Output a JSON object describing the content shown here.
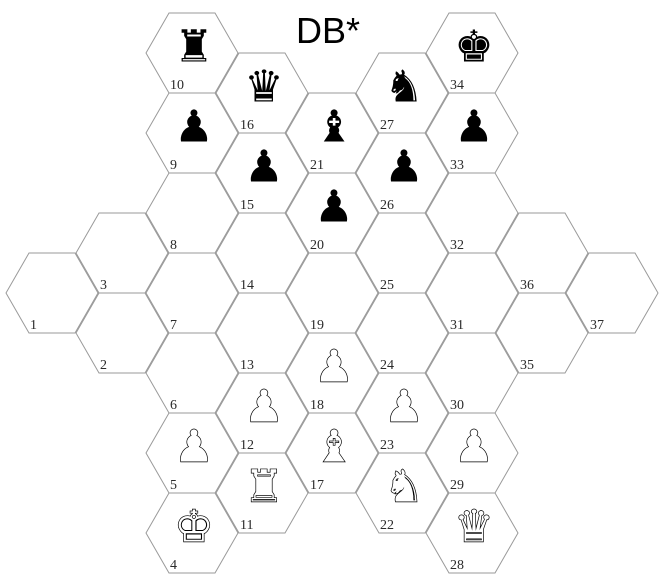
{
  "title": "DB*",
  "colors": {
    "white_piece": "#ffffff",
    "black_piece": "#000000",
    "cell_stroke": "#9a9a9a"
  },
  "cells": [
    {
      "id": "1",
      "label": "1",
      "col": 0,
      "row": 4
    },
    {
      "id": "2",
      "label": "2",
      "col": 1,
      "row": 5
    },
    {
      "id": "3",
      "label": "3",
      "col": 1,
      "row": 3
    },
    {
      "id": "4",
      "label": "4",
      "col": 2,
      "row": 10
    },
    {
      "id": "5",
      "label": "5",
      "col": 2,
      "row": 8
    },
    {
      "id": "6",
      "label": "6",
      "col": 2,
      "row": 6
    },
    {
      "id": "7",
      "label": "7",
      "col": 2,
      "row": 4
    },
    {
      "id": "8",
      "label": "8",
      "col": 2,
      "row": 2
    },
    {
      "id": "9",
      "label": "9",
      "col": 2,
      "row": 0
    },
    {
      "id": "10",
      "label": "10",
      "col": 2,
      "row": -2
    },
    {
      "id": "11",
      "label": "11",
      "col": 3,
      "row": 9
    },
    {
      "id": "12",
      "label": "12",
      "col": 3,
      "row": 7
    },
    {
      "id": "13",
      "label": "13",
      "col": 3,
      "row": 5
    },
    {
      "id": "14",
      "label": "14",
      "col": 3,
      "row": 3
    },
    {
      "id": "15",
      "label": "15",
      "col": 3,
      "row": 1
    },
    {
      "id": "16",
      "label": "16",
      "col": 3,
      "row": -1
    },
    {
      "id": "17",
      "label": "17",
      "col": 4,
      "row": 8
    },
    {
      "id": "18",
      "label": "18",
      "col": 4,
      "row": 6
    },
    {
      "id": "19",
      "label": "19",
      "col": 4,
      "row": 4
    },
    {
      "id": "20",
      "label": "20",
      "col": 4,
      "row": 2
    },
    {
      "id": "21",
      "label": "21",
      "col": 4,
      "row": 0
    },
    {
      "id": "22",
      "label": "22",
      "col": 5,
      "row": 9
    },
    {
      "id": "23",
      "label": "23",
      "col": 5,
      "row": 7
    },
    {
      "id": "24",
      "label": "24",
      "col": 5,
      "row": 5
    },
    {
      "id": "25",
      "label": "25",
      "col": 5,
      "row": 3
    },
    {
      "id": "26",
      "label": "26",
      "col": 5,
      "row": 1
    },
    {
      "id": "27",
      "label": "27",
      "col": 5,
      "row": -1
    },
    {
      "id": "28",
      "label": "28",
      "col": 6,
      "row": 10
    },
    {
      "id": "29",
      "label": "29",
      "col": 6,
      "row": 8
    },
    {
      "id": "30",
      "label": "30",
      "col": 6,
      "row": 6
    },
    {
      "id": "31",
      "label": "31",
      "col": 6,
      "row": 4
    },
    {
      "id": "32",
      "label": "32",
      "col": 6,
      "row": 2
    },
    {
      "id": "33",
      "label": "33",
      "col": 6,
      "row": 0
    },
    {
      "id": "34",
      "label": "34",
      "col": 6,
      "row": -2
    },
    {
      "id": "35",
      "label": "35",
      "col": 7,
      "row": 5
    },
    {
      "id": "36",
      "label": "36",
      "col": 7,
      "row": 3
    },
    {
      "id": "37",
      "label": "37",
      "col": 8,
      "row": 4
    }
  ],
  "pieces": [
    {
      "cell": "10",
      "color": "black",
      "type": "rook",
      "glyph": "♜"
    },
    {
      "cell": "16",
      "color": "black",
      "type": "queen",
      "glyph": "♛"
    },
    {
      "cell": "21",
      "color": "black",
      "type": "bishop",
      "glyph": "♝"
    },
    {
      "cell": "27",
      "color": "black",
      "type": "knight",
      "glyph": "♞"
    },
    {
      "cell": "34",
      "color": "black",
      "type": "king",
      "glyph": "♚"
    },
    {
      "cell": "9",
      "color": "black",
      "type": "pawn",
      "glyph": "♟"
    },
    {
      "cell": "15",
      "color": "black",
      "type": "pawn",
      "glyph": "♟"
    },
    {
      "cell": "20",
      "color": "black",
      "type": "pawn",
      "glyph": "♟"
    },
    {
      "cell": "26",
      "color": "black",
      "type": "pawn",
      "glyph": "♟"
    },
    {
      "cell": "33",
      "color": "black",
      "type": "pawn",
      "glyph": "♟"
    },
    {
      "cell": "4",
      "color": "white",
      "type": "king",
      "glyph": "♚"
    },
    {
      "cell": "11",
      "color": "white",
      "type": "rook",
      "glyph": "♜"
    },
    {
      "cell": "17",
      "color": "white",
      "type": "bishop",
      "glyph": "♝"
    },
    {
      "cell": "22",
      "color": "white",
      "type": "knight",
      "glyph": "♞"
    },
    {
      "cell": "28",
      "color": "white",
      "type": "queen",
      "glyph": "♛"
    },
    {
      "cell": "5",
      "color": "white",
      "type": "pawn",
      "glyph": "♟"
    },
    {
      "cell": "12",
      "color": "white",
      "type": "pawn",
      "glyph": "♟"
    },
    {
      "cell": "18",
      "color": "white",
      "type": "pawn",
      "glyph": "♟"
    },
    {
      "cell": "23",
      "color": "white",
      "type": "pawn",
      "glyph": "♟"
    },
    {
      "cell": "29",
      "color": "white",
      "type": "pawn",
      "glyph": "♟"
    }
  ]
}
